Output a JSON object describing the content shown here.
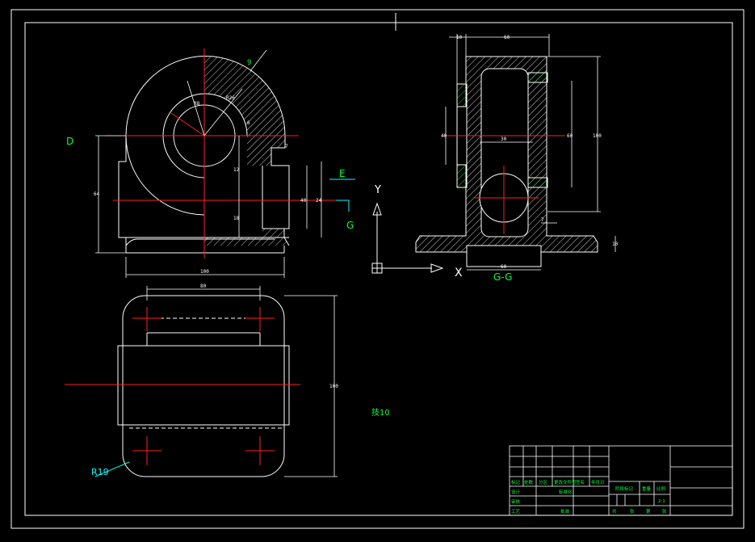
{
  "colors": {
    "outline": "#ffffff",
    "center": "#ff2020",
    "green": "#00ff44",
    "cyan": "#00ffff",
    "hatch": "#ffffff"
  },
  "labels": {
    "view_D": "D",
    "arrow_E": "E",
    "arrow_G": "G",
    "section_GG": "G-G",
    "axis_Y": "Y",
    "axis_X": "X",
    "radius": "R19",
    "note": "技10"
  },
  "dims": {
    "d_top_9": "9",
    "d_r1": "R8",
    "d_r2": "R26",
    "d_6": "6",
    "d_7": "7",
    "d_12": "12",
    "d_18": "18",
    "d_40": "40",
    "d_24": "24",
    "d_left": "64",
    "d_bottom": "100",
    "plan_top": "80",
    "plan_right": "100",
    "s_top_a": "10",
    "s_top_b": "60",
    "s_left": "40",
    "s_mid": "30",
    "s_right": "60",
    "s_far": "100",
    "s_7": "7",
    "s_base": "60",
    "s_10": "10"
  },
  "title_block": {
    "r1": [
      "标记",
      "处数",
      "分区",
      "更改文件号",
      "签名",
      "年月日"
    ],
    "r2": [
      "设计",
      "",
      "标准化",
      ""
    ],
    "r3": [
      "审核",
      ""
    ],
    "r4": [
      "工艺",
      "",
      "批准",
      ""
    ],
    "stage": "阶段标记",
    "weight": "重量",
    "scale": "比例",
    "scale_val": "2:1",
    "sheets": [
      "共",
      "张",
      "第",
      "张"
    ]
  }
}
